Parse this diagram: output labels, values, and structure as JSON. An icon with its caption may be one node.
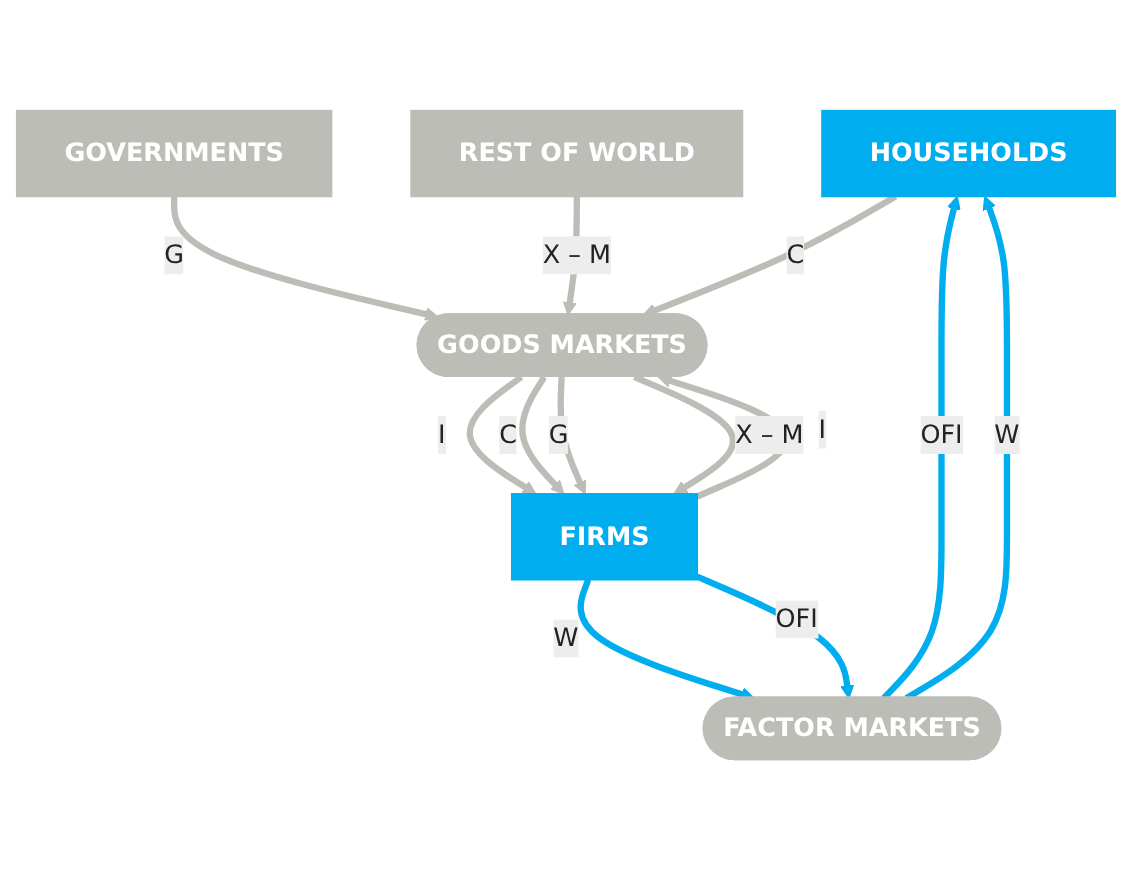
{
  "diagram": {
    "nodes": [
      {
        "text": [
          "HOUSEHOLDS"
        ]
      },
      {
        "text": [
          "GOVERNMENTS"
        ]
      },
      {
        "text": [
          "FACTOR MARKETS"
        ]
      },
      {
        "text": [
          "GOODS MARKETS"
        ]
      },
      {
        "text": [
          "FIRMS"
        ]
      },
      {
        "text": [
          "REST OF WORLD"
        ]
      }
    ],
    "edges": [
      {
        "from": 2,
        "to": 0,
        "arrow": "to",
        "label": "OFI",
        "color": "#00aeef"
      },
      {
        "from": 2,
        "to": 0,
        "arrow": "to",
        "label": "W",
        "color": "#00aeef"
      },
      {
        "from": 0,
        "to": 3,
        "arrow": "to",
        "label": "C"
      },
      {
        "from": 1,
        "to": 3,
        "arrow": "to",
        "label": "G"
      },
      {
        "from": 4,
        "to": 3,
        "arrow": "to",
        "label": "I"
      },
      {
        "from": 3,
        "to": 4,
        "arrow": "to",
        "label": "I"
      },
      {
        "from": 3,
        "to": 4,
        "arrow": "to",
        "label": "C"
      },
      {
        "from": 3,
        "to": 4,
        "arrow": "to",
        "label": "G"
      },
      {
        "from": 3,
        "to": 4,
        "arrow": "to",
        "label": "X – M"
      },
      {
        "from": 5,
        "to": 3,
        "arrow": "to",
        "label": "X – M"
      },
      {
        "from": 4,
        "to": 2,
        "arrow": "to",
        "label": "W",
        "color": "#00aeef"
      },
      {
        "from": 4,
        "to": 2,
        "arrow": "to",
        "label": "OFI",
        "color": "#00aeef"
      }
    ]
  }
}
